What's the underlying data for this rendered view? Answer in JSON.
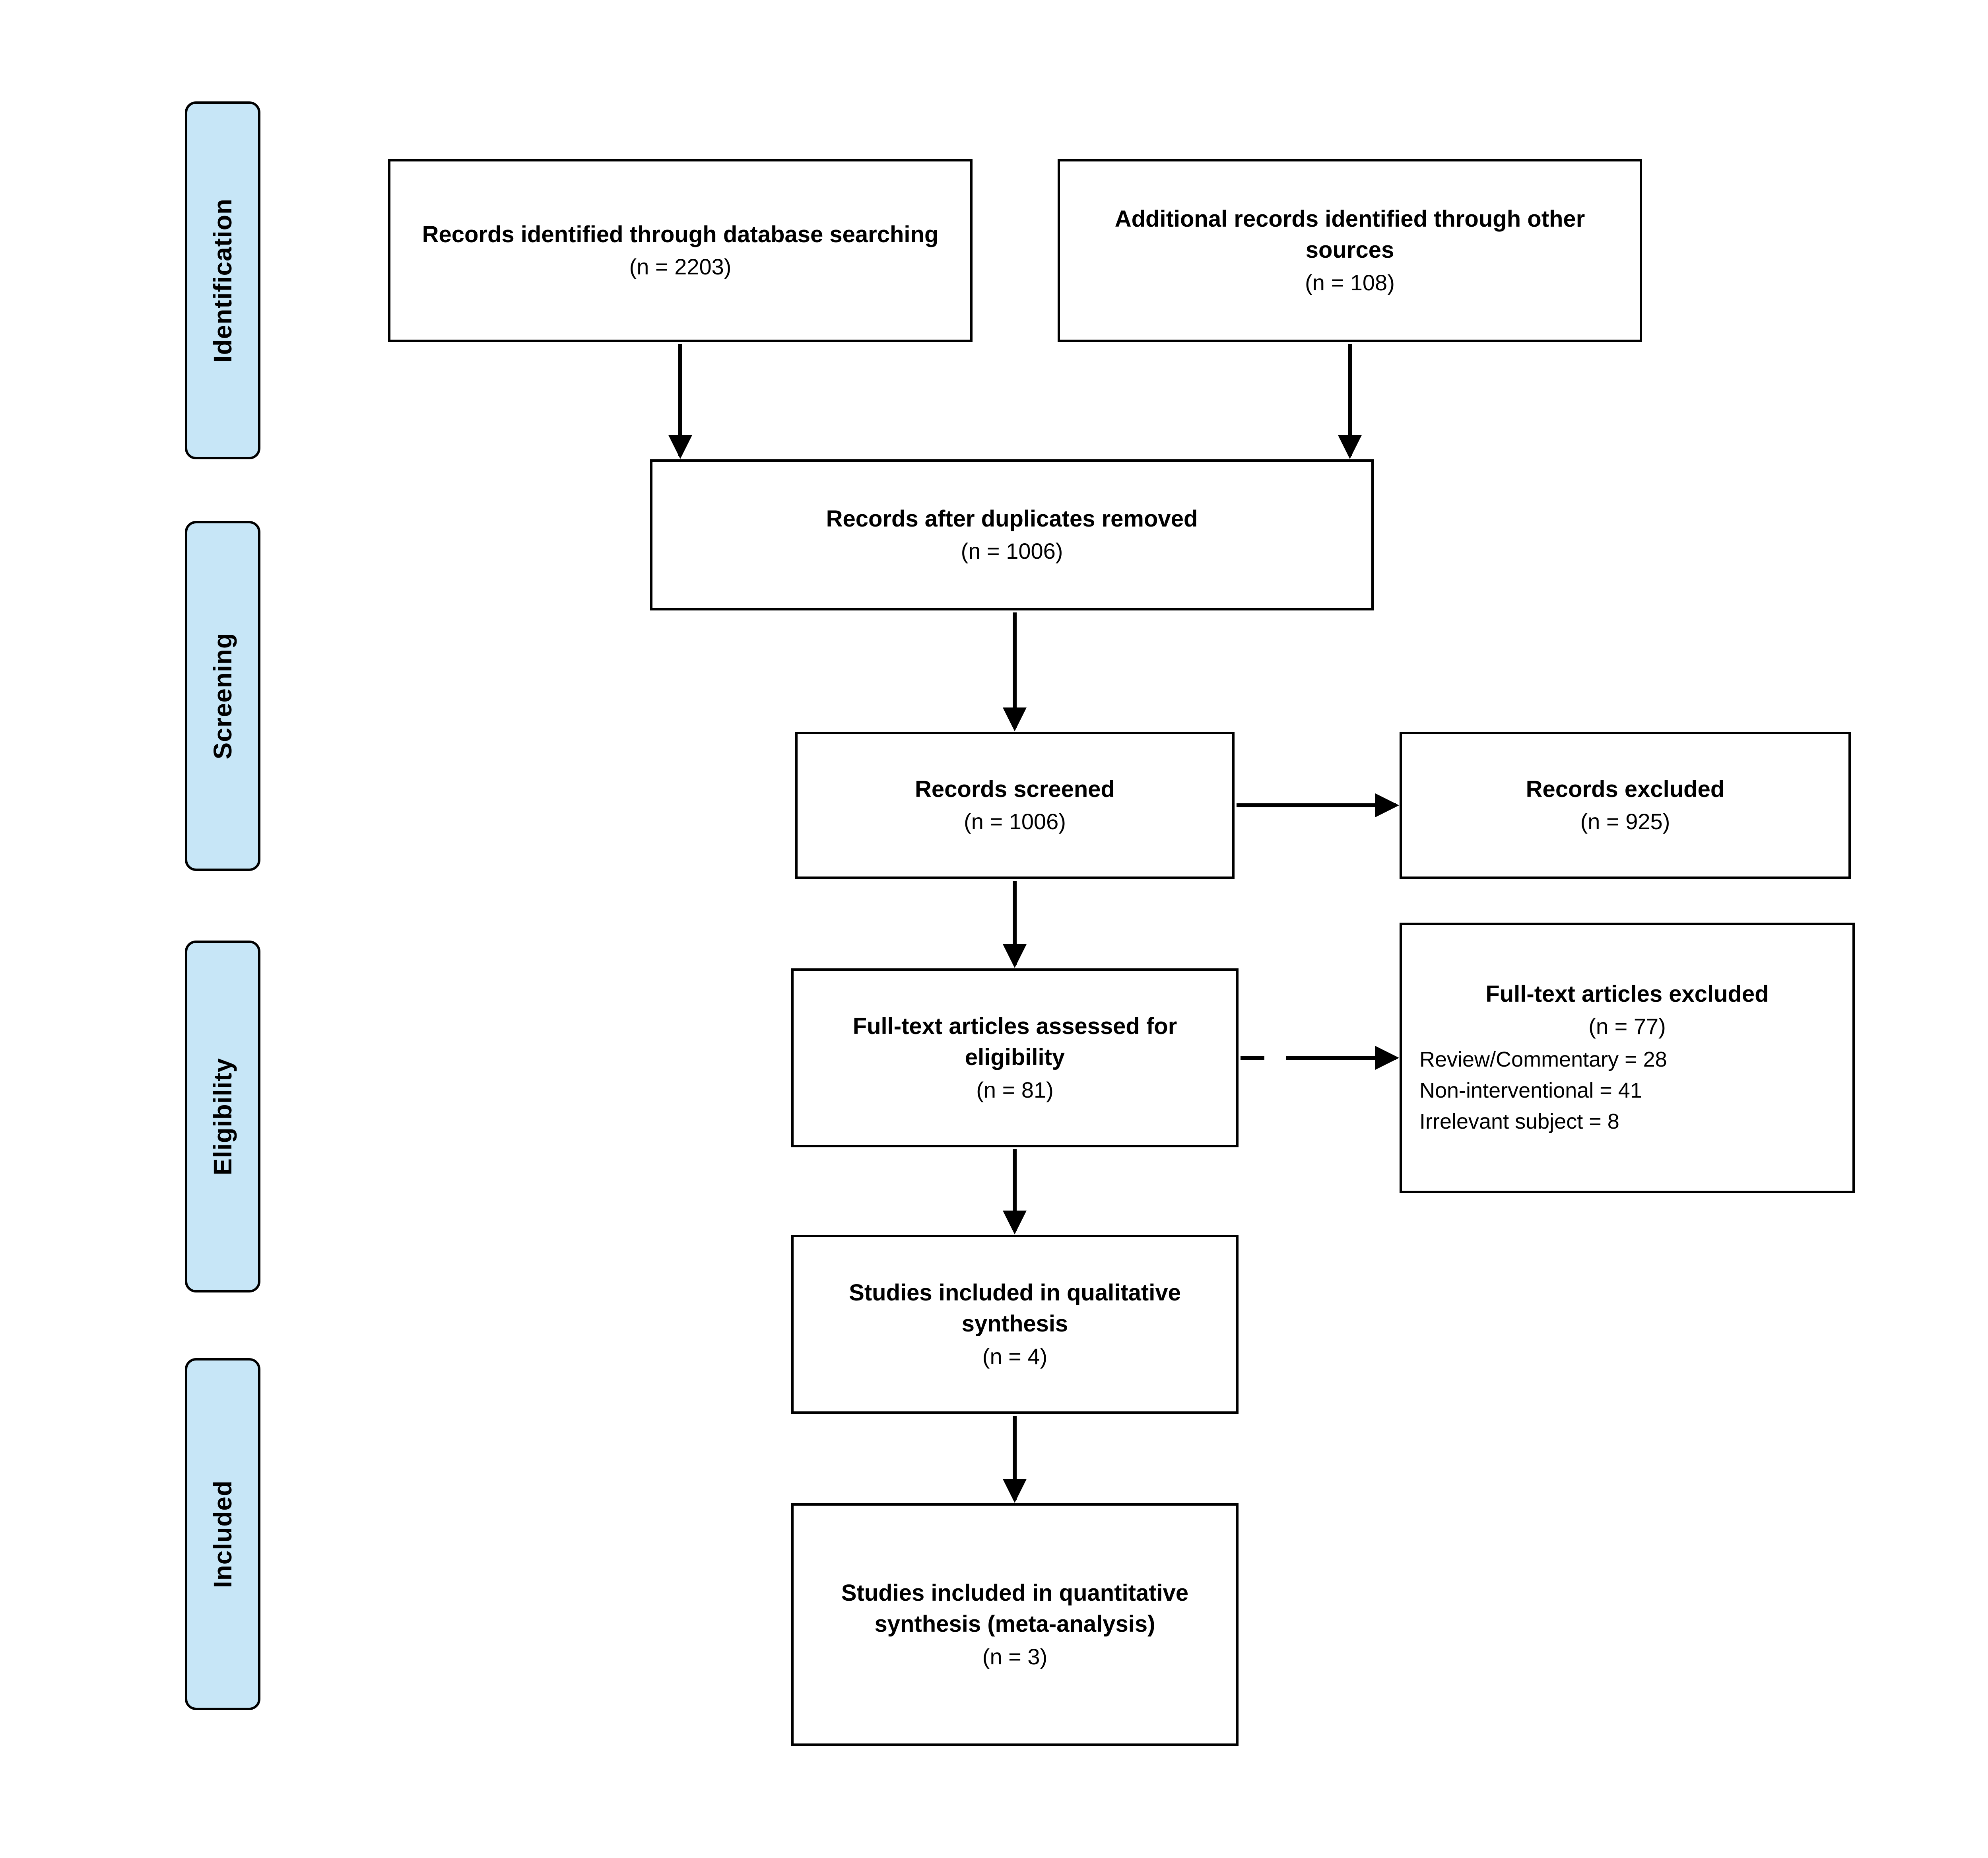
{
  "diagram": {
    "kind": "prisma-flow-diagram",
    "stages": [
      {
        "label": "Identification"
      },
      {
        "label": "Screening"
      },
      {
        "label": "Eligibility"
      },
      {
        "label": "Included"
      }
    ],
    "boxes": {
      "db_search": {
        "title": "Records identified through database searching",
        "count": "(n = 2203)"
      },
      "other_sources": {
        "title": "Additional records identified through other sources",
        "count": "(n = 108)"
      },
      "duplicates_removed": {
        "title": "Records after duplicates removed",
        "count": "(n = 1006)"
      },
      "screened": {
        "title": "Records screened",
        "count": "(n = 1006)"
      },
      "excluded": {
        "title": "Records excluded",
        "count": "(n = 925)"
      },
      "fulltext_assessed": {
        "title": "Full-text articles assessed for eligibility",
        "count": "(n = 81)"
      },
      "fulltext_excluded": {
        "title": "Full-text articles excluded",
        "count": "(n = 77)",
        "reasons": [
          "Review/Commentary = 28",
          "Non-interventional = 41",
          "Irrelevant subject = 8"
        ]
      },
      "qualitative": {
        "title": "Studies included in qualitative synthesis",
        "count": "(n = 4)"
      },
      "quantitative": {
        "title": "Studies included in quantitative synthesis (meta-analysis)",
        "count": "(n = 3)"
      }
    },
    "colors": {
      "stage_fill": "#c7e6f7",
      "box_border": "#000000",
      "background": "#ffffff"
    }
  }
}
